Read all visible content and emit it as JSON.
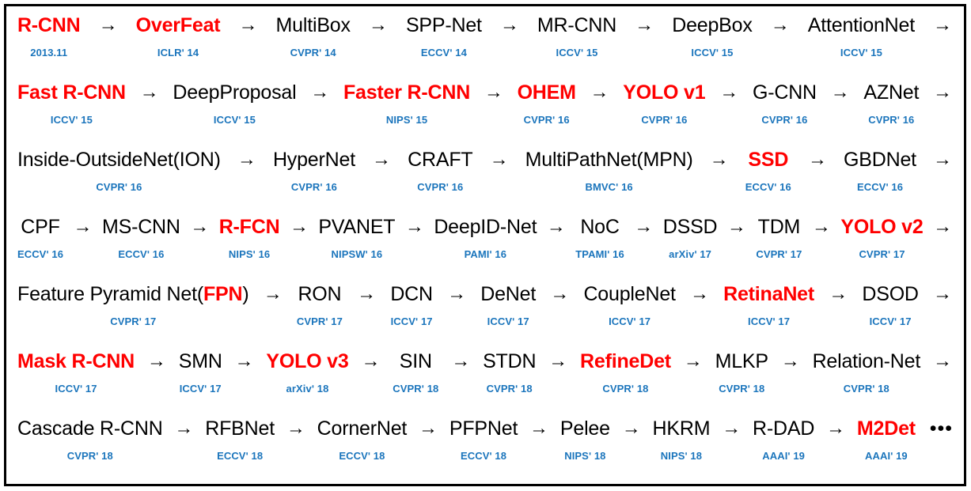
{
  "figure": {
    "title": "Object Detection Milestones Timeline",
    "colors": {
      "highlight": "#FF0000",
      "venue": "#1B75BC",
      "text": "#000000",
      "background": "#FFFFFF",
      "border": "#000000"
    },
    "arrow_glyph": "→",
    "ellipsis_glyph": "•••"
  },
  "rows": [
    {
      "id": "row-1",
      "trailing_arrow": true,
      "trailing_ellipsis": false,
      "nodes": [
        {
          "name": "R-CNN",
          "venue": "2013.11",
          "highlight": "full"
        },
        {
          "name": "OverFeat",
          "venue": "ICLRʹ 14",
          "highlight": "full"
        },
        {
          "name": "MultiBox",
          "venue": "CVPRʹ 14",
          "highlight": "none"
        },
        {
          "name": "SPP-Net",
          "venue": "ECCVʹ 14",
          "highlight": "none"
        },
        {
          "name": "MR-CNN",
          "venue": "ICCVʹ 15",
          "highlight": "none"
        },
        {
          "name": "DeepBox",
          "venue": "ICCVʹ 15",
          "highlight": "none"
        },
        {
          "name": "AttentionNet",
          "venue": "ICCVʹ 15",
          "highlight": "none"
        }
      ]
    },
    {
      "id": "row-2",
      "trailing_arrow": true,
      "trailing_ellipsis": false,
      "nodes": [
        {
          "name": "Fast R-CNN",
          "venue": "ICCVʹ 15",
          "highlight": "full"
        },
        {
          "name": "DeepProposal",
          "venue": "ICCVʹ 15",
          "highlight": "none"
        },
        {
          "name": "Faster R-CNN",
          "venue": "NIPSʹ 15",
          "highlight": "full"
        },
        {
          "name": "OHEM",
          "venue": "CVPRʹ 16",
          "highlight": "full"
        },
        {
          "name": "YOLO v1",
          "venue": "CVPRʹ 16",
          "highlight": "full"
        },
        {
          "name": "G-CNN",
          "venue": "CVPRʹ 16",
          "highlight": "none"
        },
        {
          "name": "AZNet",
          "venue": "CVPRʹ 16",
          "highlight": "none"
        }
      ]
    },
    {
      "id": "row-3",
      "trailing_arrow": true,
      "trailing_ellipsis": false,
      "nodes": [
        {
          "name": "Inside-OutsideNet(ION)",
          "venue": "CVPRʹ 16",
          "highlight": "none"
        },
        {
          "name": "HyperNet",
          "venue": "CVPRʹ 16",
          "highlight": "none"
        },
        {
          "name": "CRAFT",
          "venue": "CVPRʹ 16",
          "highlight": "none"
        },
        {
          "name": "MultiPathNet(MPN)",
          "venue": "BMVCʹ 16",
          "highlight": "none"
        },
        {
          "name": "SSD",
          "venue": "ECCVʹ 16",
          "highlight": "full"
        },
        {
          "name": "GBDNet",
          "venue": "ECCVʹ 16",
          "highlight": "none"
        }
      ]
    },
    {
      "id": "row-4",
      "trailing_arrow": true,
      "trailing_ellipsis": false,
      "nodes": [
        {
          "name": "CPF",
          "venue": "ECCVʹ 16",
          "highlight": "none"
        },
        {
          "name": "MS-CNN",
          "venue": "ECCVʹ 16",
          "highlight": "none"
        },
        {
          "name": "R-FCN",
          "venue": "NIPSʹ 16",
          "highlight": "full"
        },
        {
          "name": "PVANET",
          "venue": "NIPSWʹ 16",
          "highlight": "none"
        },
        {
          "name": "DeepID-Net",
          "venue": "PAMIʹ 16",
          "highlight": "none"
        },
        {
          "name": "NoC",
          "venue": "TPAMIʹ 16",
          "highlight": "none"
        },
        {
          "name": "DSSD",
          "venue": "arXivʹ 17",
          "highlight": "none"
        },
        {
          "name": "TDM",
          "venue": "CVPRʹ 17",
          "highlight": "none"
        },
        {
          "name": "YOLO v2",
          "venue": "CVPRʹ 17",
          "highlight": "full"
        }
      ]
    },
    {
      "id": "row-5",
      "trailing_arrow": true,
      "trailing_ellipsis": false,
      "nodes": [
        {
          "name": "Feature Pyramid Net(FPN)",
          "venue": "CVPRʹ 17",
          "highlight": "partial",
          "highlight_text": "FPN"
        },
        {
          "name": "RON",
          "venue": "CVPRʹ 17",
          "highlight": "none"
        },
        {
          "name": "DCN",
          "venue": "ICCVʹ 17",
          "highlight": "none"
        },
        {
          "name": "DeNet",
          "venue": "ICCVʹ 17",
          "highlight": "none"
        },
        {
          "name": "CoupleNet",
          "venue": "ICCVʹ 17",
          "highlight": "none"
        },
        {
          "name": "RetinaNet",
          "venue": "ICCVʹ 17",
          "highlight": "full"
        },
        {
          "name": "DSOD",
          "venue": "ICCVʹ 17",
          "highlight": "none"
        }
      ]
    },
    {
      "id": "row-6",
      "trailing_arrow": true,
      "trailing_ellipsis": false,
      "nodes": [
        {
          "name": "Mask R-CNN",
          "venue": "ICCVʹ 17",
          "highlight": "full"
        },
        {
          "name": "SMN",
          "venue": "ICCVʹ 17",
          "highlight": "none"
        },
        {
          "name": "YOLO v3",
          "venue": "arXivʹ 18",
          "highlight": "full"
        },
        {
          "name": "SIN",
          "venue": "CVPRʹ 18",
          "highlight": "none"
        },
        {
          "name": "STDN",
          "venue": "CVPRʹ 18",
          "highlight": "none"
        },
        {
          "name": "RefineDet",
          "venue": "CVPRʹ 18",
          "highlight": "full"
        },
        {
          "name": "MLKP",
          "venue": "CVPRʹ 18",
          "highlight": "none"
        },
        {
          "name": "Relation-Net",
          "venue": "CVPRʹ 18",
          "highlight": "none"
        }
      ]
    },
    {
      "id": "row-7",
      "trailing_arrow": false,
      "trailing_ellipsis": true,
      "nodes": [
        {
          "name": "Cascade R-CNN",
          "venue": "CVPRʹ 18",
          "highlight": "none"
        },
        {
          "name": "RFBNet",
          "venue": "ECCVʹ 18",
          "highlight": "none"
        },
        {
          "name": "CornerNet",
          "venue": "ECCVʹ 18",
          "highlight": "none"
        },
        {
          "name": "PFPNet",
          "venue": "ECCVʹ 18",
          "highlight": "none"
        },
        {
          "name": "Pelee",
          "venue": "NIPSʹ 18",
          "highlight": "none"
        },
        {
          "name": "HKRM",
          "venue": "NIPSʹ 18",
          "highlight": "none"
        },
        {
          "name": "R-DAD",
          "venue": "AAAIʹ 19",
          "highlight": "none"
        },
        {
          "name": "M2Det",
          "venue": "AAAIʹ 19",
          "highlight": "full"
        }
      ]
    }
  ]
}
